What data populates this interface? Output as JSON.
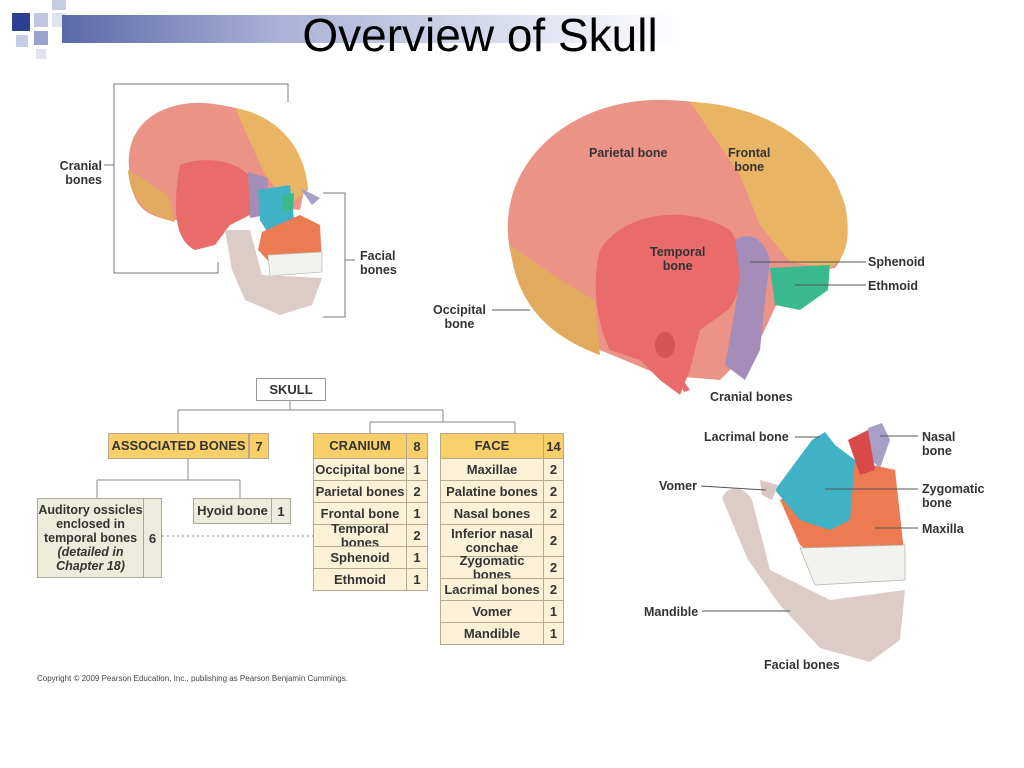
{
  "title": "Overview of Skull",
  "labels": {
    "cranial_bones_left": "Cranial\nbones",
    "facial_bones_left": "Facial\nbones",
    "parietal_bone": "Parietal bone",
    "frontal_bone": "Frontal\nbone",
    "temporal_bone": "Temporal\nbone",
    "sphenoid": "Sphenoid",
    "ethmoid": "Ethmoid",
    "occipital_bone": "Occipital\nbone",
    "cranial_bones_caption": "Cranial bones",
    "lacrimal_bone": "Lacrimal bone",
    "nasal_bone": "Nasal\nbone",
    "vomer": "Vomer",
    "zygomatic_bone": "Zygomatic\nbone",
    "maxilla": "Maxilla",
    "mandible": "Mandible",
    "facial_bones_caption": "Facial bones"
  },
  "tree": {
    "root": "SKULL",
    "associated": {
      "label": "ASSOCIATED BONES",
      "count": "7"
    },
    "ossicles": {
      "label_lines": [
        "Auditory ossicles",
        "enclosed in",
        "temporal bones"
      ],
      "note_lines": [
        "(detailed in",
        "Chapter 18)"
      ],
      "count": "6"
    },
    "hyoid": {
      "label": "Hyoid bone",
      "count": "1"
    },
    "cranium": {
      "label": "CRANIUM",
      "count": "8",
      "rows": [
        {
          "name": "Occipital bone",
          "count": "1"
        },
        {
          "name": "Parietal bones",
          "count": "2"
        },
        {
          "name": "Frontal bone",
          "count": "1"
        },
        {
          "name": "Temporal bones",
          "count": "2"
        },
        {
          "name": "Sphenoid",
          "count": "1"
        },
        {
          "name": "Ethmoid",
          "count": "1"
        }
      ]
    },
    "face": {
      "label": "FACE",
      "count": "14",
      "rows": [
        {
          "name": "Maxillae",
          "count": "2"
        },
        {
          "name": "Palatine bones",
          "count": "2"
        },
        {
          "name": "Nasal bones",
          "count": "2"
        },
        {
          "name": "Inferior nasal\nconchae",
          "count": "2"
        },
        {
          "name": "Zygomatic bones",
          "count": "2"
        },
        {
          "name": "Lacrimal bones",
          "count": "2"
        },
        {
          "name": "Vomer",
          "count": "1"
        },
        {
          "name": "Mandible",
          "count": "1"
        }
      ]
    }
  },
  "copyright": "Copyright © 2009 Pearson Education, Inc., publishing as Pearson Benjamin Cummings.",
  "colors": {
    "parietal": "#e8877d",
    "frontal": "#e9b463",
    "temporal": "#ea6b6b",
    "sphenoid": "#a48db8",
    "ethmoid": "#3ab98f",
    "occipital": "#e2aa5f",
    "lacrimal": "#3fb2c6",
    "nasal": "#a79fc8",
    "maxilla": "#ec7b52",
    "mandible": "#d8c6c2",
    "table_header": "#f9cf6a",
    "table_cell": "#fbf2d8"
  }
}
